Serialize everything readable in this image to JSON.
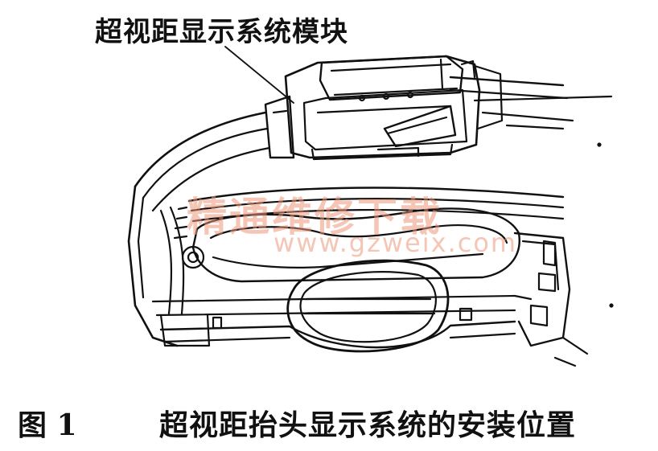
{
  "figure": {
    "callout_label": "超视距显示系统模块",
    "watermark_cn": "精通维修下载",
    "watermark_url": "www.gzweix.com",
    "caption_number": "图 1",
    "caption_title": "超视距抬头显示系统的安装位置"
  }
}
